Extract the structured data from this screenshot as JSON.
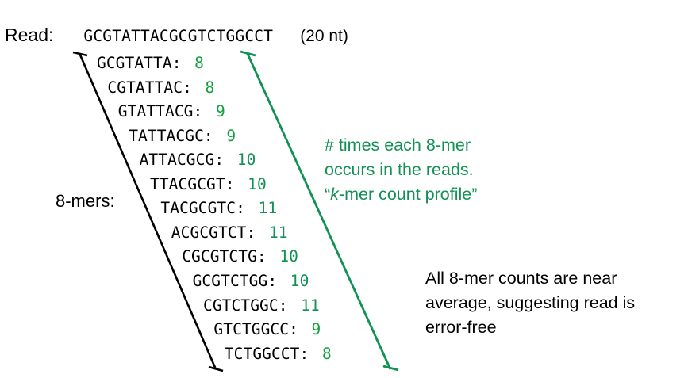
{
  "slide": {
    "background": "#ffffff",
    "accent_green": "#119155",
    "accent_green_bright": "#12a13c",
    "text_color": "#000000"
  },
  "read": {
    "label": "Read:",
    "sequence": "GCGTATTACGCGTCTGGCCT",
    "length_note": "(20 nt)"
  },
  "kmers": {
    "side_label": "8-mers:",
    "k": 8,
    "separator": ":",
    "rows": [
      {
        "seq": "GCGTATTA",
        "count": "8"
      },
      {
        "seq": "CGTATTAC",
        "count": "8"
      },
      {
        "seq": "GTATTACG",
        "count": "9"
      },
      {
        "seq": "TATTACGC",
        "count": "9"
      },
      {
        "seq": "ATTACGCG",
        "count": "10"
      },
      {
        "seq": "TTACGCGT",
        "count": "10"
      },
      {
        "seq": "TACGCGTC",
        "count": "11"
      },
      {
        "seq": "ACGCGTCT",
        "count": "11"
      },
      {
        "seq": "CGCGTCTG",
        "count": "10"
      },
      {
        "seq": "GCGTCTGG",
        "count": "10"
      },
      {
        "seq": "CGTCTGGC",
        "count": "11"
      },
      {
        "seq": "GTCTGGCC",
        "count": "9"
      },
      {
        "seq": "TCTGGCCT",
        "count": "8"
      }
    ]
  },
  "green_note": {
    "line1": "# times each 8-mer",
    "line2": "occurs in the reads.",
    "line3_open": "“",
    "line3_italic": "k",
    "line3_rest": "-mer count profile”"
  },
  "black_note": {
    "line1": "All 8-mer counts are near",
    "line2": "average, suggesting read is",
    "line3": "error-free"
  },
  "chart_data": {
    "type": "table",
    "title": "k-mer count profile",
    "xlabel": "8-mer",
    "ylabel": "count",
    "categories": [
      "GCGTATTA",
      "CGTATTAC",
      "GTATTACG",
      "TATTACGC",
      "ATTACGCG",
      "TTACGCGT",
      "TACGCGTC",
      "ACGCGTCT",
      "CGCGTCTG",
      "GCGTCTGG",
      "CGTCTGGC",
      "GTCTGGCC",
      "TCTGGCCT"
    ],
    "values": [
      8,
      8,
      9,
      9,
      10,
      10,
      11,
      11,
      10,
      10,
      11,
      9,
      8
    ],
    "ylim": [
      0,
      12
    ],
    "grid": false,
    "legend": "none",
    "annotations": [
      "# times each 8-mer occurs in the reads. “k-mer count profile”",
      "All 8-mer counts are near average, suggesting read is error-free"
    ]
  }
}
